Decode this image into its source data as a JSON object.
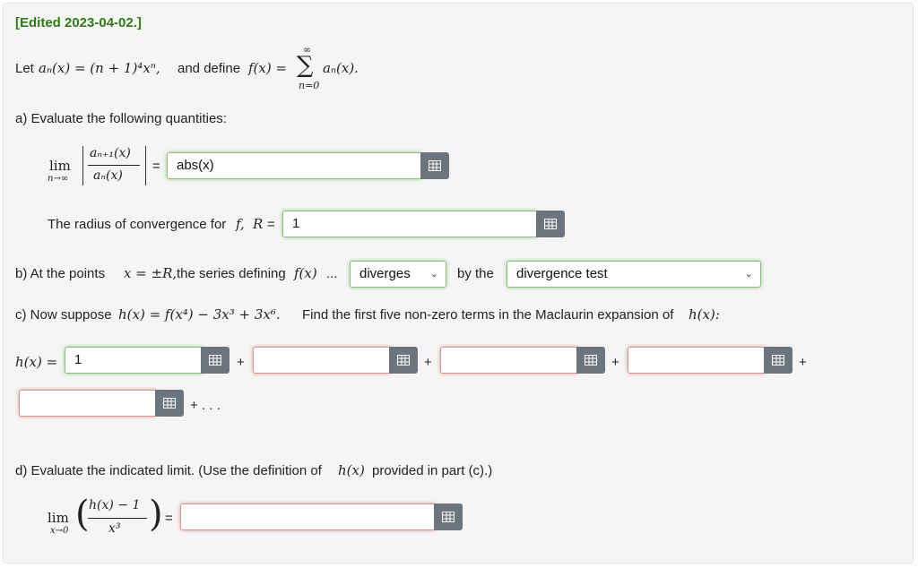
{
  "edited_note": "[Edited 2023-04-02.]",
  "intro": {
    "prefix": "Let",
    "an_def": "aₙ(x) = (n + 1)⁴xⁿ,",
    "and_define": "and define",
    "f_def": "f(x) =",
    "sum_top": "∞",
    "sum_sym": "∑",
    "sum_bottom": "n=0",
    "sum_body": "aₙ(x)."
  },
  "part_a": {
    "heading": "a) Evaluate the following quantities:",
    "lim_word": "lim",
    "lim_sub": "n→∞",
    "ratio_num": "aₙ₊₁(x)",
    "ratio_den": "aₙ(x)",
    "equals": "=",
    "ratio_answer": "abs(x)",
    "radius_label": "The radius of convergence for",
    "radius_f": "f,",
    "radius_R": "R",
    "radius_eq": "=",
    "radius_answer": "1"
  },
  "part_b": {
    "prefix": "b) At the points",
    "points": "x = ±R,",
    "middle": "the series defining",
    "fx": "f(x)",
    "ellipsis": "...",
    "behavior_selected": "diverges",
    "by_the": "by the",
    "test_selected": "divergence test"
  },
  "part_c": {
    "prefix": "c) Now suppose",
    "h_def": "h(x) = f(x⁴) − 3x³ + 3x⁶.",
    "suffix": "Find the first five non-zero terms in the Maclaurin expansion of",
    "hx": "h(x):",
    "h_label": "h(x) =",
    "terms": [
      "1",
      "",
      "",
      "",
      ""
    ],
    "plus": "+",
    "tail": "+ . . ."
  },
  "part_d": {
    "prefix": "d) Evaluate the indicated limit. (Use the definition of",
    "hx": "h(x)",
    "suffix": "provided in part (c).)",
    "lim_word": "lim",
    "lim_sub": "x→0",
    "num": "h(x) − 1",
    "den": "x³",
    "equals": "=",
    "answer": ""
  },
  "icons": {
    "math_button": "grid-icon",
    "dropdown": "chevron-down-icon"
  },
  "colors": {
    "edited_green": "#2e7d14",
    "correct_glow": "#5aa03c",
    "incorrect_glow": "#c84646",
    "button_gray": "#6c757d"
  }
}
